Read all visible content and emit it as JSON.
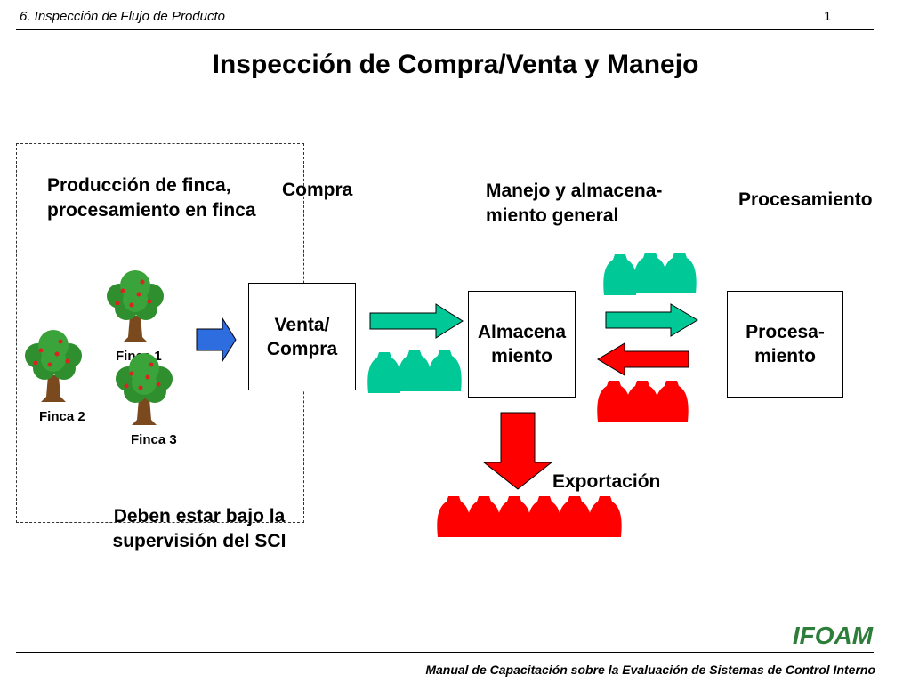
{
  "header": {
    "section": "6. Inspección de Flujo de Producto",
    "page": "1"
  },
  "title": "Inspección de Compra/Venta y Manejo",
  "labels": {
    "farm_production": "Producción de finca,",
    "farm_processing": "procesamiento en finca",
    "purchase": "Compra",
    "handling_line1": "Manejo y almacena-",
    "handling_line2": "miento general",
    "processing": "Procesamiento",
    "export": "Exportación",
    "supervision_line1": "Deben estar bajo la",
    "supervision_line2": "supervisión del SCI"
  },
  "farms": {
    "farm1": "Finca 1",
    "farm2": "Finca 2",
    "farm3": "Finca 3"
  },
  "boxes": {
    "sale_line1": "Venta/",
    "sale_line2": "Compra",
    "storage_line1": "Almacena",
    "storage_line2": "miento",
    "process_line1": "Procesa-",
    "process_line2": "miento"
  },
  "logo": "IFOAM",
  "footer": "Manual de Capacitación sobre la Evaluación de Sistemas de Control Interno",
  "colors": {
    "green": "#00c896",
    "red": "#ff0000",
    "blue": "#2e6de0",
    "tree_green": "#2f8f2f",
    "trunk": "#7a4a1e",
    "logo_green": "#2e7d3a"
  }
}
